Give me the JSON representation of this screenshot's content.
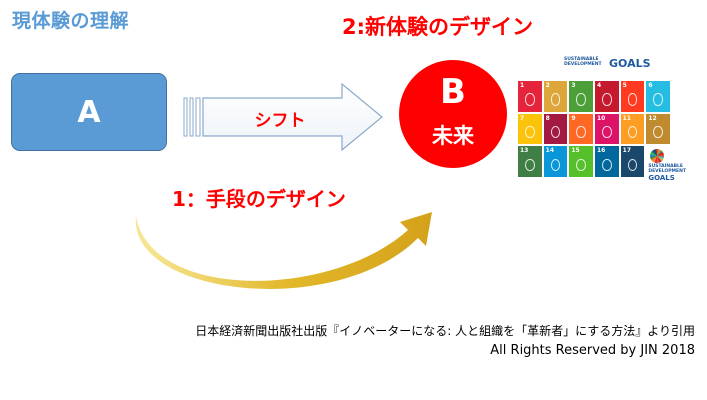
{
  "titles": {
    "current": "現体験の理解",
    "new": "2:新体験のデザイン"
  },
  "box_a": {
    "label": "A"
  },
  "shift": {
    "label": "シフト"
  },
  "circle_b": {
    "letter": "B",
    "sub": "未来"
  },
  "means": {
    "label": "1：手段のデザイン"
  },
  "credits": {
    "citation": "日本経済新聞出版社出版『イノベーターになる: 人と組織を「革新者」にする方法』より引用",
    "rights": "All Rights Reserved by JIN 2018"
  },
  "colors": {
    "title_blue": "#5b9bd5",
    "accent_red": "#ff0000",
    "box_blue": "#5b9bd5",
    "curve_gold": "#e8c43a",
    "arrow_gray": "#8aa9c9"
  },
  "sdg_poster": {
    "header_small": "SUSTAINABLE\nDEVELOPMENT",
    "header_goals": "GOALS",
    "logo_small": "SUSTAINABLE\nDEVELOPMENT",
    "logo_goals": "GOALS",
    "tiles": [
      {
        "number": "1",
        "color": "#e5243b"
      },
      {
        "number": "2",
        "color": "#dda63a"
      },
      {
        "number": "3",
        "color": "#4c9f38"
      },
      {
        "number": "4",
        "color": "#c5192d"
      },
      {
        "number": "5",
        "color": "#ff3a21"
      },
      {
        "number": "6",
        "color": "#26bde2"
      },
      {
        "number": "7",
        "color": "#fcc30b"
      },
      {
        "number": "8",
        "color": "#a21942"
      },
      {
        "number": "9",
        "color": "#fd6925"
      },
      {
        "number": "10",
        "color": "#dd1367"
      },
      {
        "number": "11",
        "color": "#fd9d24"
      },
      {
        "number": "12",
        "color": "#bf8b2e"
      },
      {
        "number": "13",
        "color": "#3f7e44"
      },
      {
        "number": "14",
        "color": "#0a97d9"
      },
      {
        "number": "15",
        "color": "#56c02b"
      },
      {
        "number": "16",
        "color": "#00689d"
      },
      {
        "number": "17",
        "color": "#19486a"
      }
    ]
  }
}
